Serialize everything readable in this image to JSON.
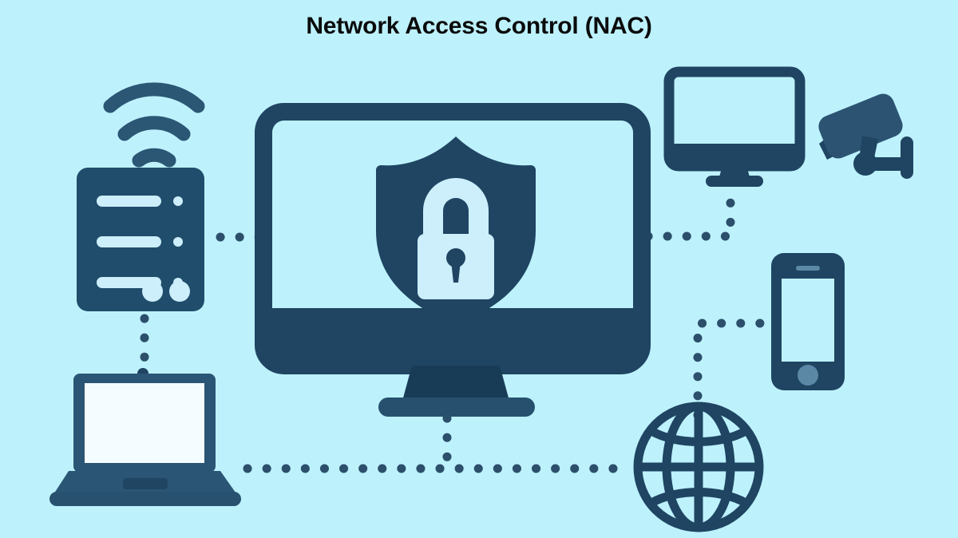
{
  "page": {
    "title": "Network Access Control (NAC)",
    "background_color": "#bdf2fd",
    "primary_color": "#1f4563",
    "secondary_color": "#2b5b7d",
    "screen_color": "#bdf2fd",
    "accent_light": "#cdeefb",
    "title_color": "#0b0b0b"
  },
  "diagram": {
    "type": "network-topology",
    "center_node": {
      "name": "secured-monitor",
      "icon": "monitor-with-shield-lock-icon",
      "description": "Desktop monitor displaying a shield with padlock representing the NAC policy enforcement point"
    },
    "nodes": [
      {
        "id": "wifi-router",
        "icon": "wifi-router-icon",
        "position": "left-top",
        "details": "Wireless signal arcs above a router chassis with three status bars, three indicator LEDs and two port lights"
      },
      {
        "id": "laptop",
        "icon": "laptop-icon",
        "position": "left-bottom",
        "details": "Open laptop with webcam dot and trackpad"
      },
      {
        "id": "desktop-monitor",
        "icon": "desktop-monitor-icon",
        "position": "right-top",
        "details": "Widescreen monitor on a pedestal stand"
      },
      {
        "id": "security-camera",
        "icon": "security-camera-icon",
        "position": "right-top-corner",
        "details": "Wall-mounted CCTV camera on an articulated bracket"
      },
      {
        "id": "smartphone",
        "icon": "smartphone-icon",
        "position": "right-middle",
        "details": "Mobile phone with earpiece slot and home button"
      },
      {
        "id": "globe",
        "icon": "globe-internet-icon",
        "position": "bottom-right",
        "details": "Wireframe globe representing the internet"
      }
    ],
    "connections": [
      {
        "id": "router-to-center",
        "from": "wifi-router",
        "to": "secured-monitor",
        "style": "dotted"
      },
      {
        "id": "router-to-laptop",
        "from": "wifi-router",
        "to": "laptop",
        "style": "dotted"
      },
      {
        "id": "center-to-desktop-monitor",
        "from": "secured-monitor",
        "to": "desktop-monitor",
        "style": "dotted"
      },
      {
        "id": "center-to-smartphone",
        "from": "secured-monitor",
        "to": "smartphone",
        "style": "dotted"
      },
      {
        "id": "laptop-to-globe",
        "from": "laptop",
        "to": "globe",
        "style": "dotted"
      },
      {
        "id": "center-to-bottom-bus",
        "from": "secured-monitor",
        "to": "laptop-to-globe",
        "style": "dotted"
      },
      {
        "id": "globe-to-smartphone",
        "from": "globe",
        "to": "smartphone",
        "style": "dotted"
      }
    ]
  }
}
